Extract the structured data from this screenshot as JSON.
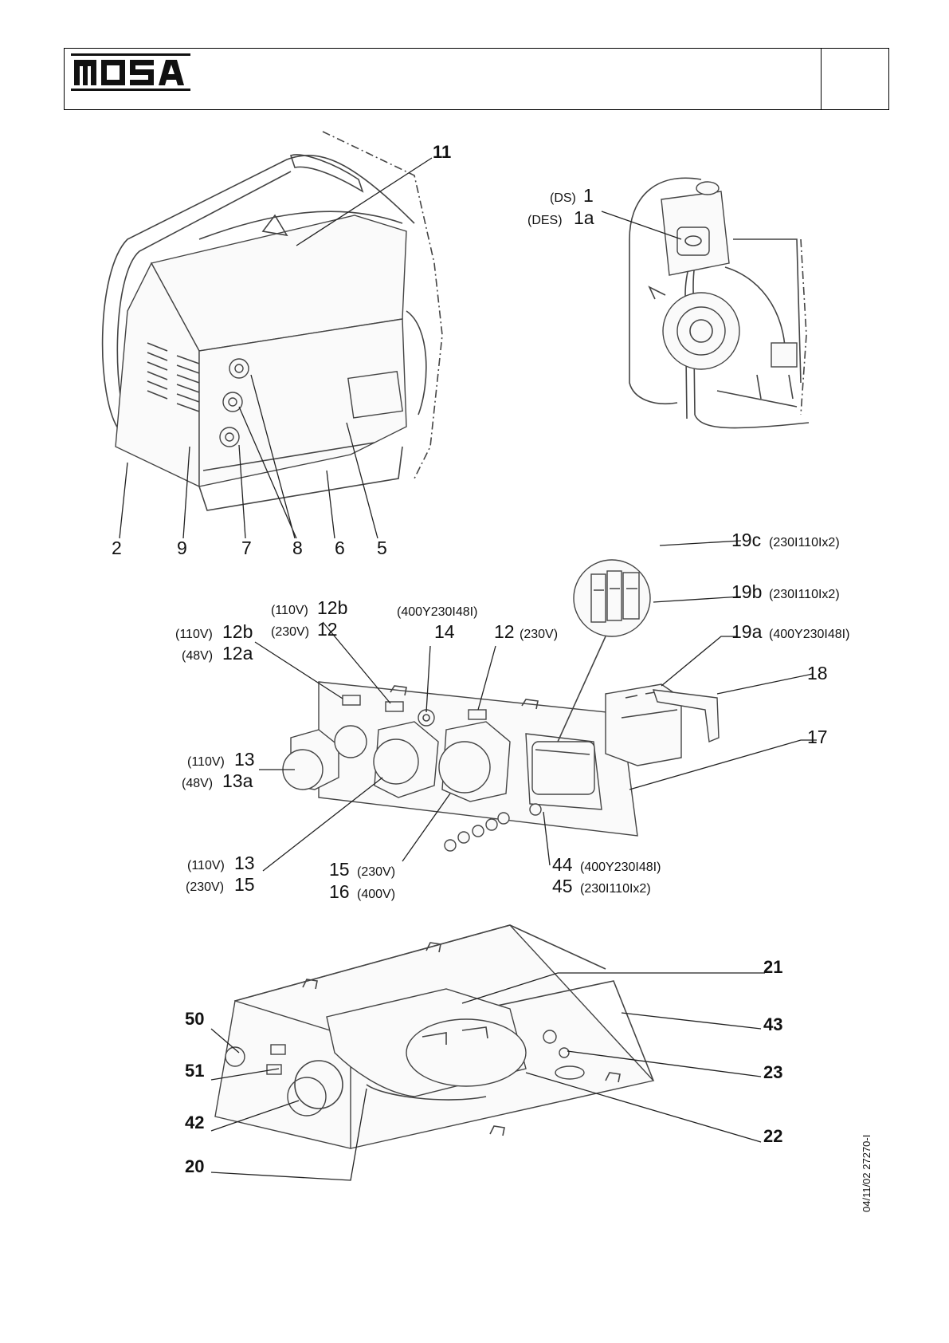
{
  "header": {
    "brand": "MOSA",
    "doc_ref": "04/11/02 27270-I"
  },
  "fig1": {
    "c11": "11",
    "c2": "2",
    "c9": "9",
    "c7": "7",
    "c8": "8",
    "c6": "6",
    "c5": "5",
    "ds": "(DS)",
    "c1": "1",
    "des": "(DES)",
    "c1a": "1a"
  },
  "fig2": {
    "v110_a": "(110V)",
    "c12b_a": "12b",
    "v48_a": "(48V)",
    "c12a": "12a",
    "v110_b": "(110V)",
    "c12b_b": "12b",
    "v230_a": "(230V)",
    "c12_a": "12",
    "v400_a": "(400Y230I48I)",
    "c14": "14",
    "c12_b": "12",
    "v230_b": "(230V)",
    "c19c": "19c",
    "v19c": "(230I110Ix2)",
    "c19b": "19b",
    "v19b": "(230I110Ix2)",
    "c19a": "19a",
    "v19a": "(400Y230I48I)",
    "c18": "18",
    "c17": "17",
    "v110_c": "(110V)",
    "c13_a": "13",
    "v48_b": "(48V)",
    "c13a": "13a",
    "v110_d": "(110V)",
    "c13_b": "13",
    "v230_c": "(230V)",
    "c15_a": "15",
    "c15_b": "15",
    "v230_d": "(230V)",
    "c16": "16",
    "v400_b": "(400V)",
    "c44": "44",
    "v44": "(400Y230I48I)",
    "c45": "45",
    "v45": "(230I110Ix2)"
  },
  "fig3": {
    "c50": "50",
    "c51": "51",
    "c42": "42",
    "c20": "20",
    "c21": "21",
    "c43": "43",
    "c23": "23",
    "c22": "22"
  }
}
